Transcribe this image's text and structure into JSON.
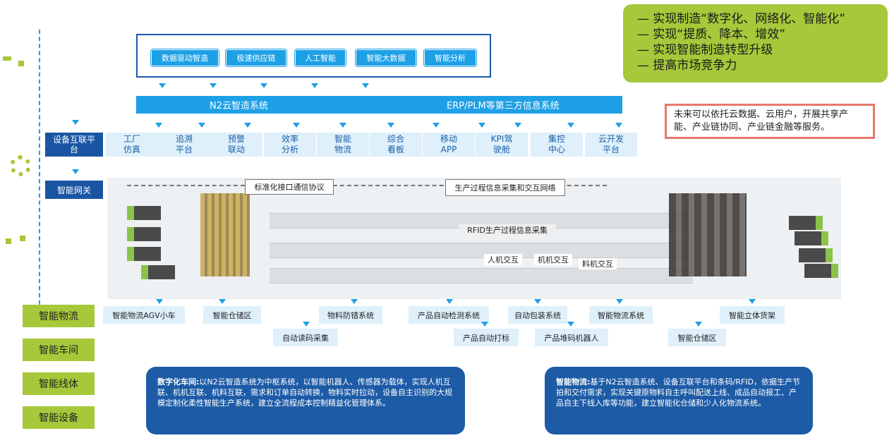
{
  "features": [
    "数据驱动智造",
    "极速供应链",
    "人工智能",
    "智能大数据",
    "智能分析"
  ],
  "n2_bar": {
    "left": "N2云智造系统",
    "right": "ERP/PLM等第三方信息系统"
  },
  "platform_label": "设备互联平台",
  "gateway_label": "智能网关",
  "modules": [
    {
      "l1": "工厂",
      "l2": "仿真"
    },
    {
      "l1": "追溯",
      "l2": "平台"
    },
    {
      "l1": "预警",
      "l2": "联动"
    },
    {
      "l1": "效率",
      "l2": "分析"
    },
    {
      "l1": "智能",
      "l2": "物流"
    },
    {
      "l1": "综合",
      "l2": "看板"
    },
    {
      "l1": "移动",
      "l2": "APP"
    },
    {
      "l1": "KPI驾",
      "l2": "驶舱"
    },
    {
      "l1": "集控",
      "l2": "中心"
    },
    {
      "l1": "云开发",
      "l2": "平台"
    }
  ],
  "goals": [
    "— 实现制造“数字化、网络化、智能化”",
    "— 实现“提质、降本、增效”",
    "— 实现智能制造转型升级",
    "— 提高市场竞争力"
  ],
  "future": "未来可以依托云数据、云用户，开展共享产能、产业链协同、产业链金融等服务。",
  "factory_labels": {
    "protocol": "标准化接口通信协议",
    "network": "生产过程信息采集和交互网络",
    "rfid": "RFID生产过程信息采集",
    "hmi": "人机交互",
    "mmi": "机机交互",
    "material": "料机交互"
  },
  "left_labels": [
    "智能物流",
    "智能车间",
    "智能线体",
    "智能设备"
  ],
  "bottom_tags": {
    "agv": "智能物流AGV小车",
    "warehouse1": "智能仓储区",
    "mistake": "物料防错系统",
    "inspect": "产品自动检测系统",
    "pack": "自动包装系统",
    "logistics": "智能物流系统",
    "rack": "智能立体货架",
    "readcode": "自动读码采集",
    "marking": "产品自动打标",
    "stacking": "产品堆码机器人",
    "warehouse2": "智能仓储区"
  },
  "notes": {
    "workshop_title": "数字化车间:",
    "workshop_text": "以N2云智造系统为中枢系统，以智能机器人、传感器为载体，实现人机互联、机机互联、机料互联，需求和订单自动转换，物料实时拉动，设备自主识别的大规模定制化柔性智能生产系统，建立全流程成本控制精益化管理体系。",
    "logistics_title": "智能物流:",
    "logistics_text": "基于N2云智造系统、设备互联平台和条码/RFID，依据生产节拍和交付需求，实现关键原物料自主呼叫配送上线、成品自动报工、产品自主下线入库等功能，建立智能化仓储和少人化物流系统。"
  },
  "colors": {
    "accent": "#1ea0e6",
    "navy": "#1a55a3",
    "green": "#a6c83a",
    "coral": "#e8776d"
  }
}
